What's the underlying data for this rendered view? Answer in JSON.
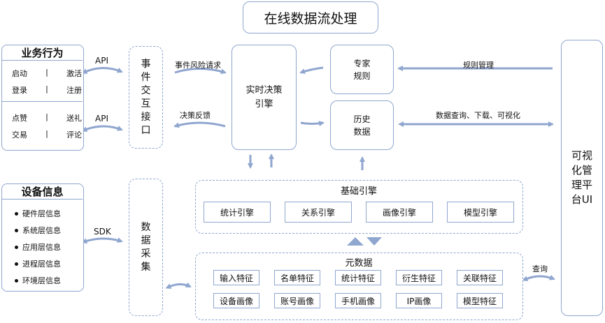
{
  "title": "在线数据流处理",
  "business": {
    "heading": "业务行为",
    "group1": {
      "a": "启动",
      "b": "激活",
      "c": "登录",
      "d": "注册",
      "sep": "|"
    },
    "group2": {
      "a": "点赞",
      "b": "送礼",
      "c": "交易",
      "d": "评论",
      "sep": "|"
    }
  },
  "device": {
    "heading": "设备信息",
    "items": [
      "硬件层信息",
      "系统层信息",
      "应用层信息",
      "进程层信息",
      "环境层信息"
    ]
  },
  "links": {
    "api1": "API",
    "api2": "API",
    "sdk": "SDK"
  },
  "event_interface": [
    "事",
    "件",
    "交",
    "互",
    "接",
    "口"
  ],
  "data_collect": [
    "数",
    "据",
    "采",
    "集"
  ],
  "arrows": {
    "risk_request": "事件风险请求",
    "decision_feedback": "决策反馈",
    "rule_mgmt": "规则管理",
    "data_query": "数据查询、下载、可视化",
    "query": "查询"
  },
  "decision_engine": [
    "实时决策",
    "引擎"
  ],
  "expert_rules": [
    "专家",
    "规则"
  ],
  "history_data": [
    "历史",
    "数据"
  ],
  "viz_platform": [
    "可视",
    "化管",
    "理平",
    "台UI"
  ],
  "base_engine": {
    "heading": "基础引擎",
    "items": [
      "统计引擎",
      "关系引擎",
      "画像引擎",
      "模型引擎"
    ]
  },
  "metadata": {
    "heading": "元数据",
    "row1": [
      "输入特征",
      "名单特征",
      "统计特征",
      "衍生特征",
      "关联特征"
    ],
    "row2": [
      "设备画像",
      "账号画像",
      "手机画像",
      "IP画像",
      "模型特征"
    ]
  },
  "colors": {
    "border": "#8fa6cf",
    "arrow": "#8fa6cf"
  }
}
